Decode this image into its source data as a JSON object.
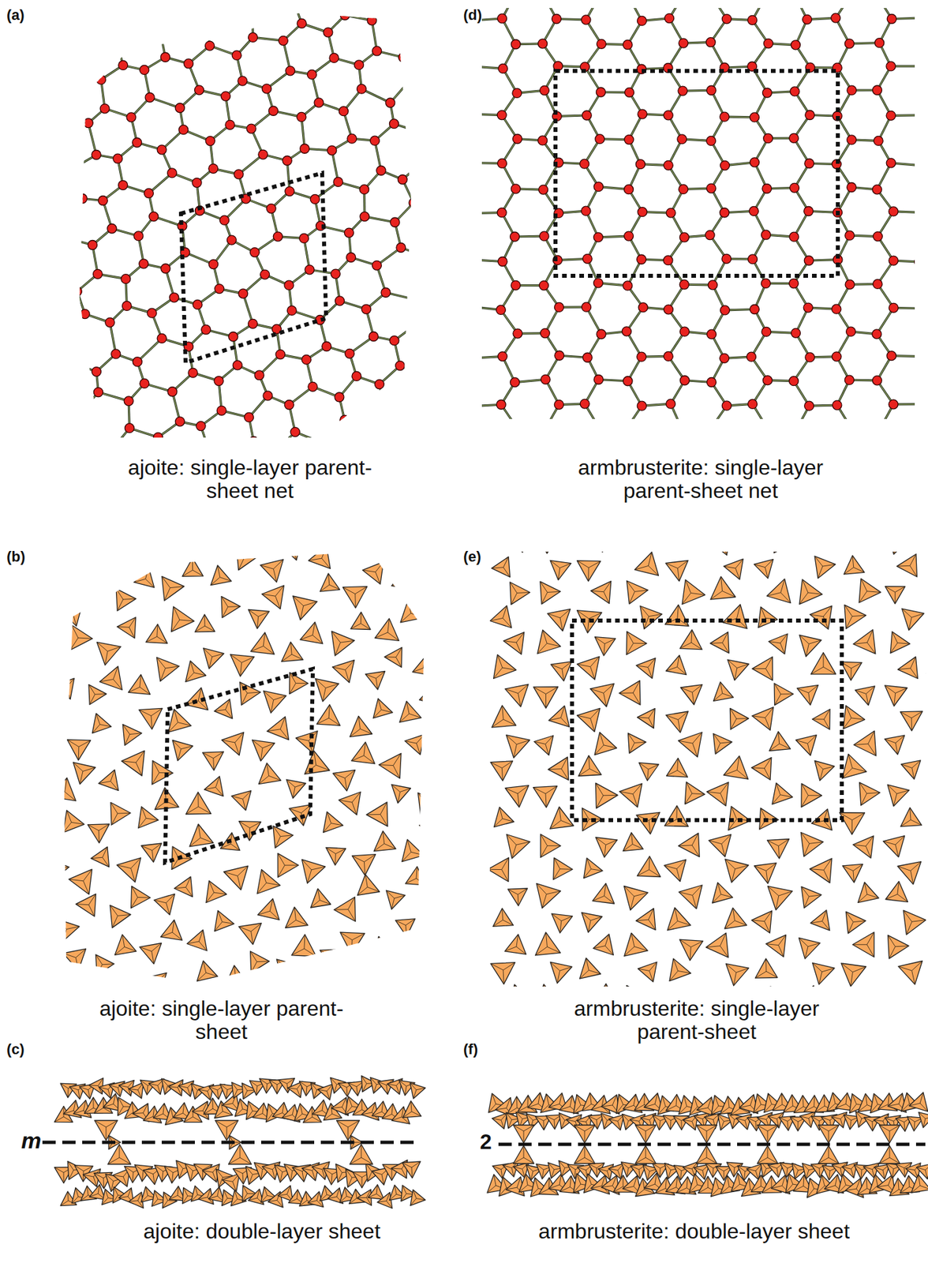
{
  "diagram": {
    "labels": [
      "(a)",
      "(d)",
      "ajoite: single-layer parent-sheet net",
      "armbrusterite: single-layer parent-sheet net",
      "(b)",
      "(e)",
      "ajoite: single-layer parent-sheet",
      "armbrusterite: single-layer parent-sheet",
      "(c)",
      "(f)",
      "m",
      "2",
      "ajoite: double-layer sheet",
      "armbrusterite: double-layer sheet"
    ]
  }
}
